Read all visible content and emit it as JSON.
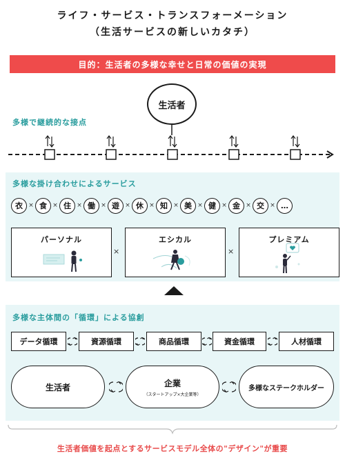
{
  "title": {
    "line1": "ライフ・サービス・トランスフォーメーション",
    "line2": "（生活サービスの新しいカタチ）"
  },
  "purpose": "目的：生活者の多様な幸せと日常の価値の実現",
  "top_node": "生活者",
  "touchpoints": {
    "label": "多様で継続的な接点",
    "count": 5
  },
  "services": {
    "label": "多様な掛け合わせによるサービス",
    "items": [
      "衣",
      "食",
      "住",
      "働",
      "遊",
      "休",
      "知",
      "美",
      "健",
      "金",
      "交",
      "…"
    ],
    "times_symbol": "×",
    "cards": [
      {
        "title": "パーソナル"
      },
      {
        "title": "エシカル"
      },
      {
        "title": "プレミアム"
      }
    ]
  },
  "cycle": {
    "label": "多様な主体間の「循環」による協創",
    "items": [
      "データ循環",
      "資源循環",
      "商品循環",
      "資金循環",
      "人材循環"
    ],
    "actors": [
      {
        "title": "生活者",
        "sub": ""
      },
      {
        "title": "企業",
        "sub": "（スタートアップ×大企業等）"
      },
      {
        "title": "多様なステークホルダー",
        "sub": ""
      }
    ]
  },
  "bottom_statement": "生活者価値を起点とするサービスモデル全体の\"デザイン\"が重要",
  "colors": {
    "accent_red": "#ef4b4b",
    "teal": "#2a9d9e",
    "band": "#e8f6f7"
  }
}
